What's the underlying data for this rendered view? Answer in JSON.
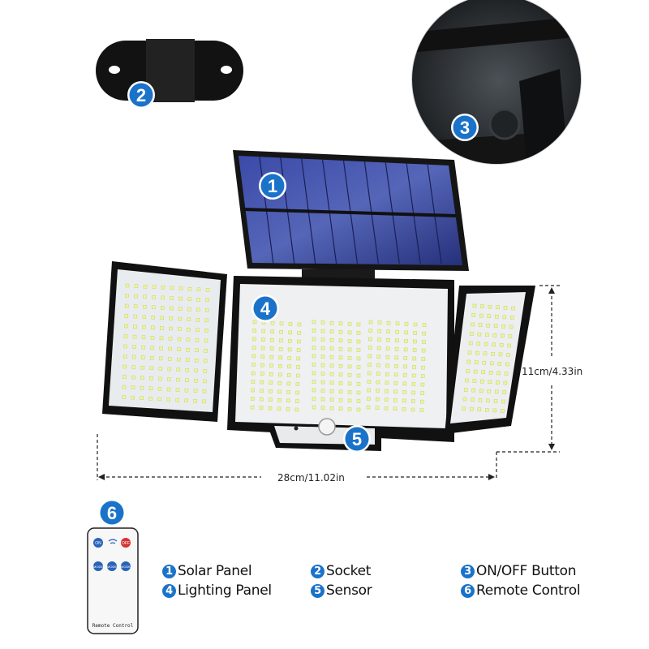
{
  "colors": {
    "badge": "#1a73c9",
    "solar": "#2e3b8a",
    "frame": "#111111",
    "led": "#f4f7a0",
    "off_button": "#d63333"
  },
  "badges": [
    "1",
    "2",
    "3",
    "4",
    "5",
    "6"
  ],
  "dimensions": {
    "height": "11cm/4.33in",
    "width": "28cm/11.02in"
  },
  "remote": {
    "on": "ON",
    "off": "OFF",
    "mode": [
      "MODE",
      "MODE",
      "MODE"
    ],
    "label": "Remote Control",
    "icon": "wifi-signal-icon"
  },
  "legend": [
    {
      "num": "1",
      "label": "Solar Panel"
    },
    {
      "num": "2",
      "label": "Socket"
    },
    {
      "num": "3",
      "label": "ON/OFF Button"
    },
    {
      "num": "4",
      "label": "Lighting Panel"
    },
    {
      "num": "5",
      "label": "Sensor"
    },
    {
      "num": "6",
      "label": "Remote Control"
    }
  ]
}
